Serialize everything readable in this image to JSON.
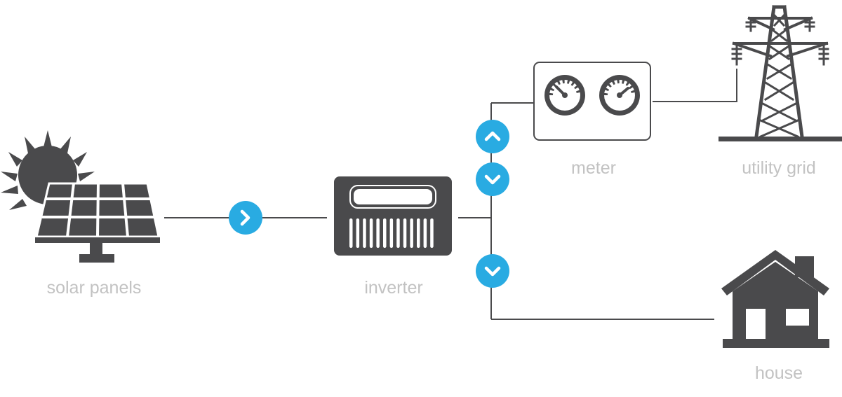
{
  "labels": {
    "solar_panels": "solar panels",
    "inverter": "inverter",
    "meter": "meter",
    "utility_grid": "utility grid",
    "house": "house"
  },
  "icons": {
    "solar": "solar-panel-icon",
    "sun": "sun-icon",
    "inverter": "inverter-icon",
    "meter": "meter-icon",
    "grid": "power-tower-icon",
    "house": "house-icon",
    "flow_right": "chevron-right-icon",
    "flow_up": "chevron-up-icon",
    "flow_down": "chevron-down-icon"
  },
  "colors": {
    "icon": "#4a4a4c",
    "line": "#4a4a4c",
    "accent": "#29abe2",
    "label": "#c2c2c2"
  }
}
